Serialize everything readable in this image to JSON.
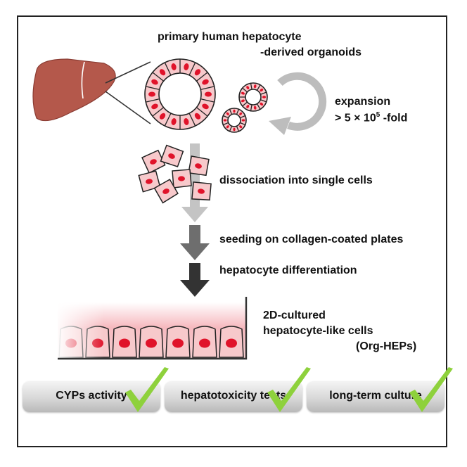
{
  "title_line1": "primary human hepatocyte",
  "title_line2": "-derived organoids",
  "expansion_line1": "expansion",
  "expansion_line2_prefix": "> 5 × 10",
  "expansion_line2_exp": "5",
  "expansion_line2_suffix": " -fold",
  "step_dissociation": "dissociation into single cells",
  "step_seeding": "seeding on collagen-coated plates",
  "step_differentiation": "hepatocyte differentiation",
  "culture_line1": "2D-cultured",
  "culture_line2": "hepatocyte-like cells",
  "culture_line3": "(Org-HEPs)",
  "features": [
    "CYPs activity",
    "hepatotoxicity tests",
    "long-term culture"
  ],
  "colors": {
    "liver": "#b4584b",
    "cell_fill": "#f7c9cb",
    "nucleus": "#e0132a",
    "check": "#8ed13c",
    "arrow_light": "#c4c4c4",
    "arrow_mid": "#6e6e6e",
    "arrow_dark": "#333333"
  }
}
